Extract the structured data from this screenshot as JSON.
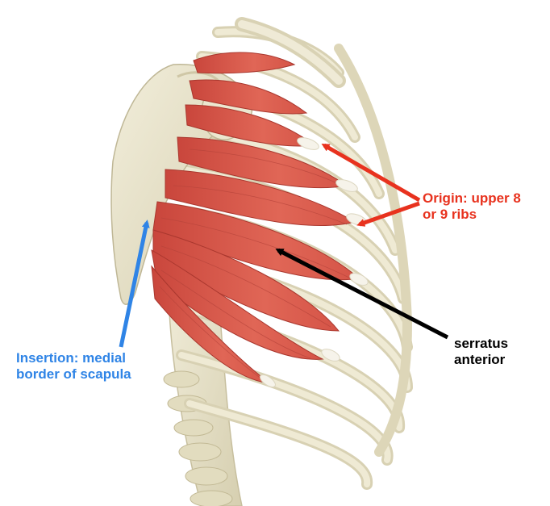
{
  "labels": {
    "origin": {
      "line1": "Origin: upper 8",
      "line2": "or 9 ribs",
      "color": "#e8321e"
    },
    "insertion": {
      "line1": "Insertion: medial",
      "line2": "border of scapula",
      "color": "#2f84e6"
    },
    "muscle": {
      "line1": "serratus",
      "line2": "anterior",
      "color": "#000000"
    }
  },
  "colors": {
    "bone": "#e9e4cb",
    "bone_shadow": "#cfc8a8",
    "muscle": "#d9554a",
    "muscle_dark": "#b83a31",
    "tendon": "#f4f0e6"
  }
}
